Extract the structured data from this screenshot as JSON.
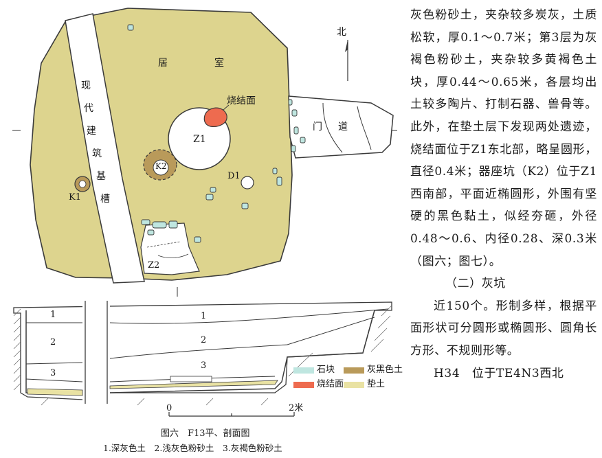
{
  "figure": {
    "plan_labels": {
      "north": "北",
      "living_room_a": "居",
      "living_room_b": "室",
      "foundation_trench": [
        "现",
        "代",
        "建",
        "筑",
        "基",
        "槽"
      ],
      "burnt_surface": "烧结面",
      "z1": "Z1",
      "z2": "Z2",
      "k1": "K1",
      "k2": "K2",
      "d1": "D1",
      "door_a": "门",
      "door_b": "道"
    },
    "section_layers": {
      "left": [
        "1",
        "2",
        "3"
      ],
      "right": [
        "1",
        "2",
        "3"
      ]
    },
    "legend": [
      {
        "label": "石块",
        "color": "#bfe6e0"
      },
      {
        "label": "灰黑色土",
        "color": "#b99a5a"
      },
      {
        "label": "烧结面",
        "color": "#ee6b4f"
      },
      {
        "label": "垫土",
        "color": "#e9e2a3"
      }
    ],
    "scale": {
      "start": "0",
      "end": "2米"
    },
    "caption_title": "图六　F13平、剖面图",
    "caption_sub": "1.深灰色土　2.浅灰色粉砂土　3.灰褐色粉砂土",
    "colors": {
      "fill": "#ddd48e",
      "white": "#ffffff",
      "burnt": "#ee6b4f",
      "stone": "#bfe6e0",
      "soil": "#b99a5a"
    }
  },
  "article": {
    "p1": "灰色粉砂土，夹杂较多炭灰，土质松软，厚0.1～0.7米；第3层为灰褐色粉砂土，夹杂较多黄褐色土块，厚0.44～0.65米，各层均出土较多陶片、打制石器、兽骨等。此外，在垫土层下发现两处遗迹，烧结面位于Z1东北部，略呈圆形，直径0.4米；器座坑（K2）位于Z1西南部，平面近椭圆形，外围有坚硬的黑色黏土，似经夯砸，外径0.48～0.6、内径0.28、深0.3米（图六；图七）。",
    "heading": "（二）灰坑",
    "p2": "近150个。形制多样，根据平面形状可分圆形或椭圆形、圆角长方形、不规则形等。",
    "p3": "H34　位于TE4N3西北"
  }
}
